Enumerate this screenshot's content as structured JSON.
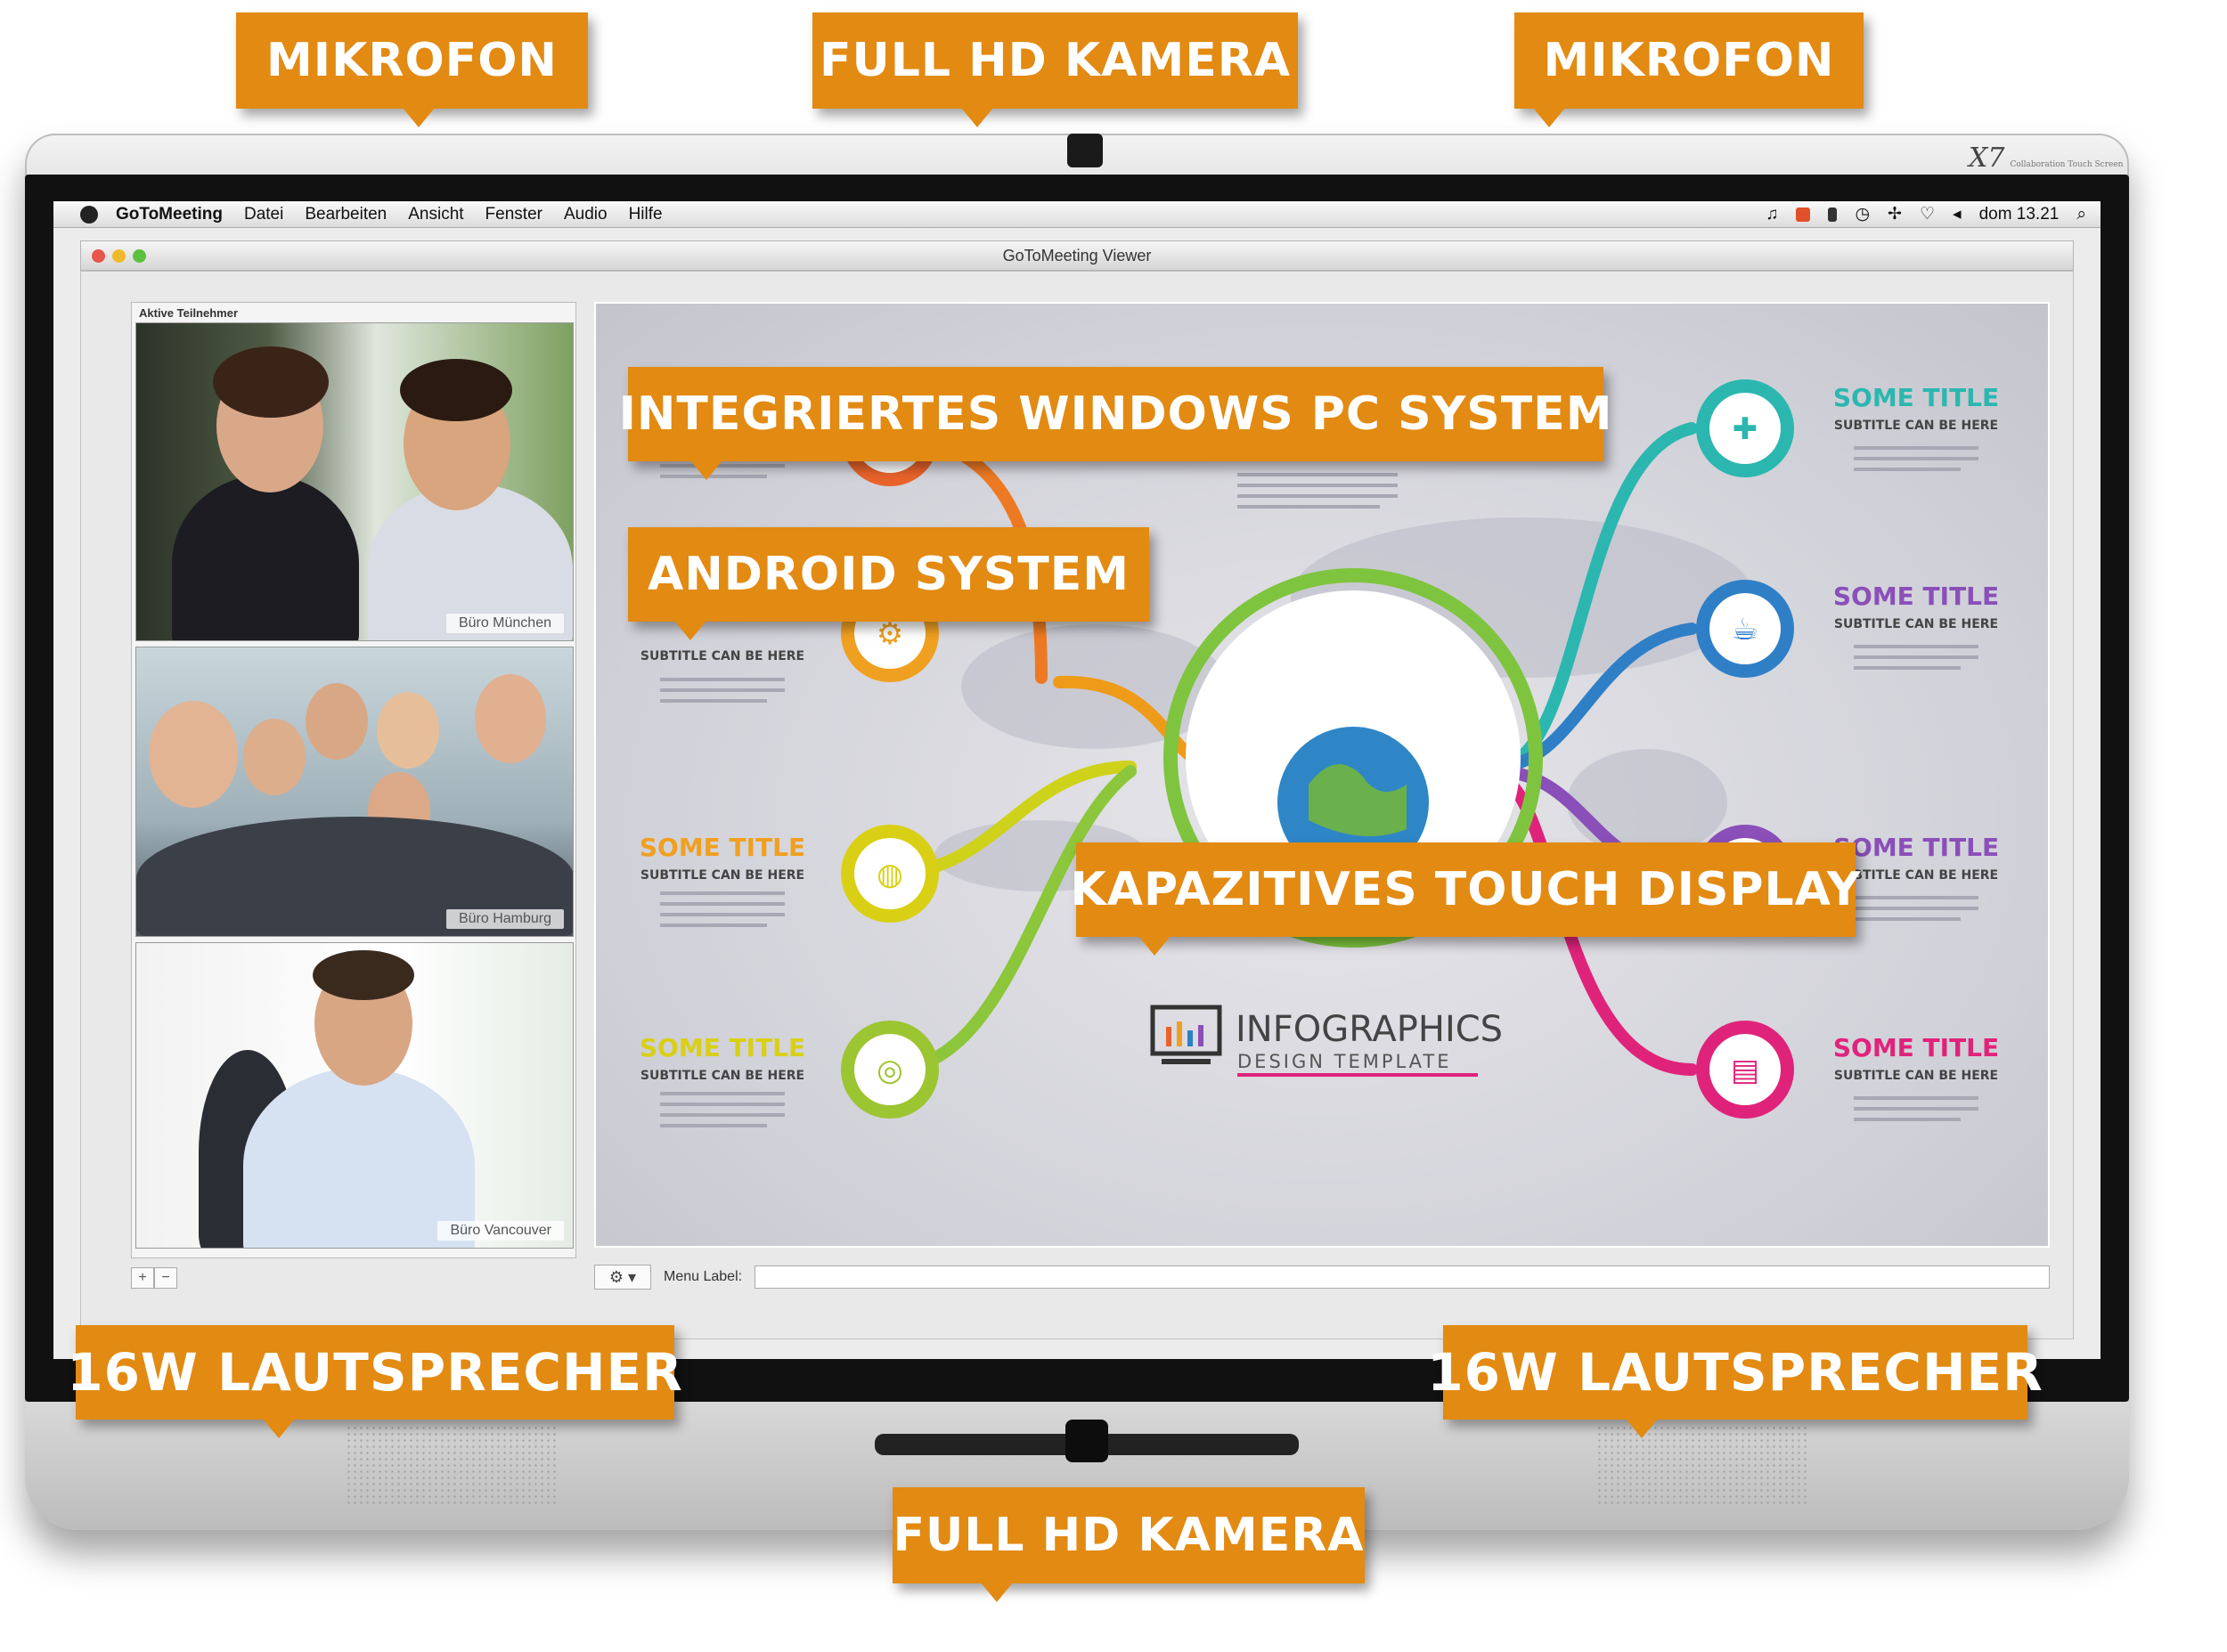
{
  "callouts": {
    "mic_left": "MIKROFON",
    "camera_top": "FULL HD KAMERA",
    "mic_right": "MIKROFON",
    "windows_pc": "INTEGRIERTES WINDOWS PC SYSTEM",
    "android": "ANDROID SYSTEM",
    "touch_display": "KAPAZITIVES TOUCH DISPLAY",
    "speaker_left": "16W LAUTSPRECHER",
    "speaker_right": "16W LAUTSPRECHER",
    "camera_bottom": "FULL HD KAMERA"
  },
  "device": {
    "brand": "X7",
    "brand_sub": "Collaboration Touch Screen"
  },
  "menubar": {
    "app": "GoToMeeting",
    "items": [
      "Datei",
      "Bearbeiten",
      "Ansicht",
      "Fenster",
      "Audio",
      "Hilfe"
    ],
    "clock": "dom 13.21"
  },
  "window": {
    "title": "GoToMeeting Viewer"
  },
  "participants": {
    "title": "Aktive Teilnehmer",
    "tiles": [
      {
        "label": "Büro München"
      },
      {
        "label": "Büro Hamburg"
      },
      {
        "label": "Büro Vancouver"
      }
    ],
    "add_label": "+",
    "remove_label": "−"
  },
  "controls": {
    "menu_label": "Menu Label:",
    "gear_icon": "gear-icon"
  },
  "infographic": {
    "title": "INFOGRAPHICS",
    "subtitle": "DESIGN TEMPLATE",
    "item_title": "SOME TITLE",
    "item_subtitle": "SUBTITLE CAN BE HERE",
    "left_colors": [
      "#e8632a",
      "#f0a020",
      "#d9d015",
      "#9cc532"
    ],
    "right_colors": [
      "#2bb7b0",
      "#2f7fc7",
      "#8a4fb8",
      "#e0237a"
    ]
  },
  "colors": {
    "callout": "#e28a12"
  }
}
